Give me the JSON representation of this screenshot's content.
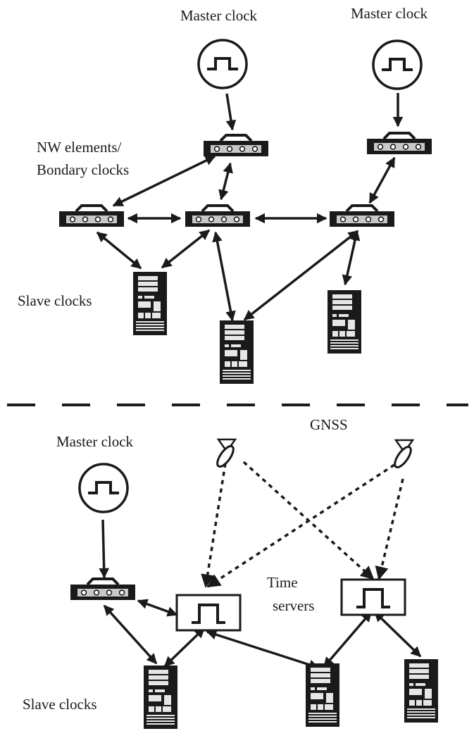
{
  "top": {
    "master_clock_1": "Master clock",
    "master_clock_2": "Master clock",
    "nw_elements_line1": "NW elements/",
    "nw_elements_line2": "Bondary clocks",
    "slave_clocks": "Slave clocks"
  },
  "bottom": {
    "master_clock": "Master clock",
    "gnss": "GNSS",
    "time_servers_line1": "Time",
    "time_servers_line2": "servers",
    "slave_clocks": "Slave clocks"
  },
  "colors": {
    "ink": "#1a1a1a",
    "background": "#ffffff"
  },
  "icons": [
    "clock-pulse-icon",
    "network-switch-icon",
    "server-tower-icon",
    "satellite-dish-icon",
    "time-server-icon"
  ]
}
